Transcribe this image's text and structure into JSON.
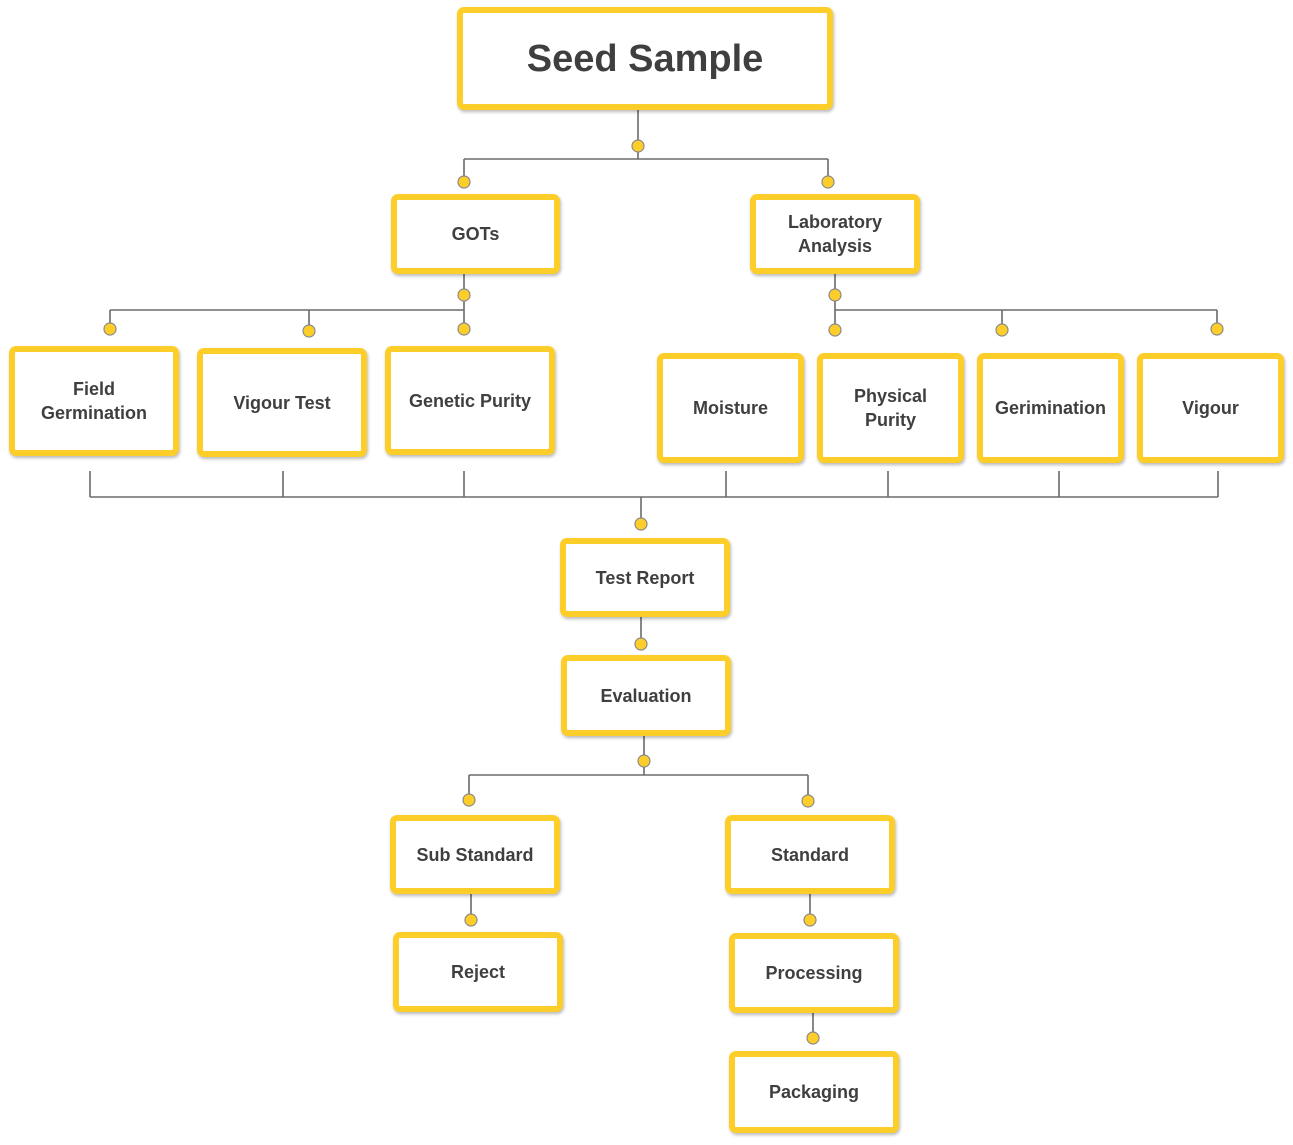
{
  "diagram": {
    "accent_color": "#FDCE2A",
    "line_color": "#6b6b6b",
    "text_color": "#3f3f3f",
    "nodes": {
      "seed_sample": "Seed Sample",
      "gots": "GOTs",
      "laboratory_analysis": "Laboratory\nAnalysis",
      "field_germination": "Field Germination",
      "vigour_test": "Vigour Test",
      "genetic_purity": "Genetic Purity",
      "moisture": "Moisture",
      "physical_purity": "Physical\nPurity",
      "gerimination": "Gerimination",
      "vigour": "Vigour",
      "test_report": "Test Report",
      "evaluation": "Evaluation",
      "sub_standard": "Sub Standard",
      "reject": "Reject",
      "standard": "Standard",
      "processing": "Processing",
      "packaging": "Packaging"
    }
  }
}
